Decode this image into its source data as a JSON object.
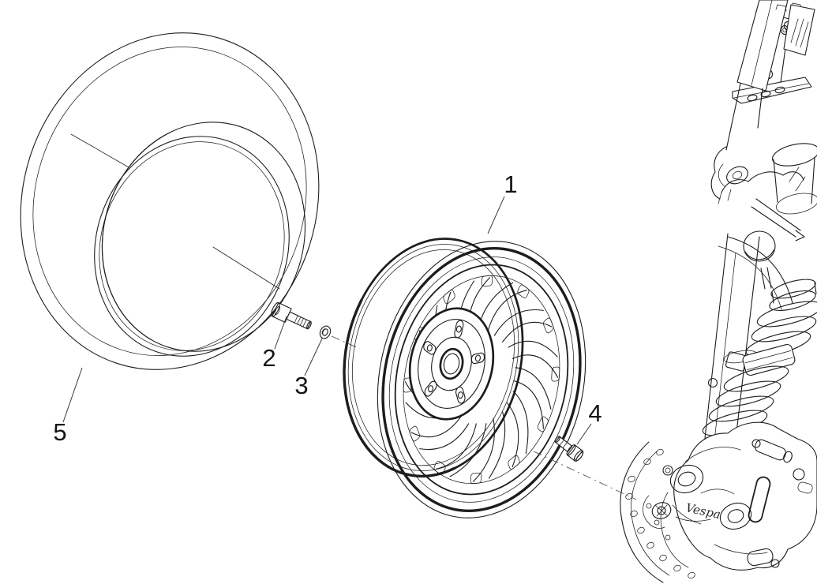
{
  "diagram": {
    "kind": "exploded-parts-line-drawing",
    "colors": {
      "background": "#ffffff",
      "line": "#1d1d1d",
      "label_text": "#141414",
      "leader_line": "#3a3a3a",
      "axis_dash_line": "#555555"
    }
  },
  "callouts": {
    "c1": "1",
    "c2": "2",
    "c3": "3",
    "c4": "4",
    "c5": "5"
  },
  "branding": {
    "caliper_script": "Vespa"
  }
}
